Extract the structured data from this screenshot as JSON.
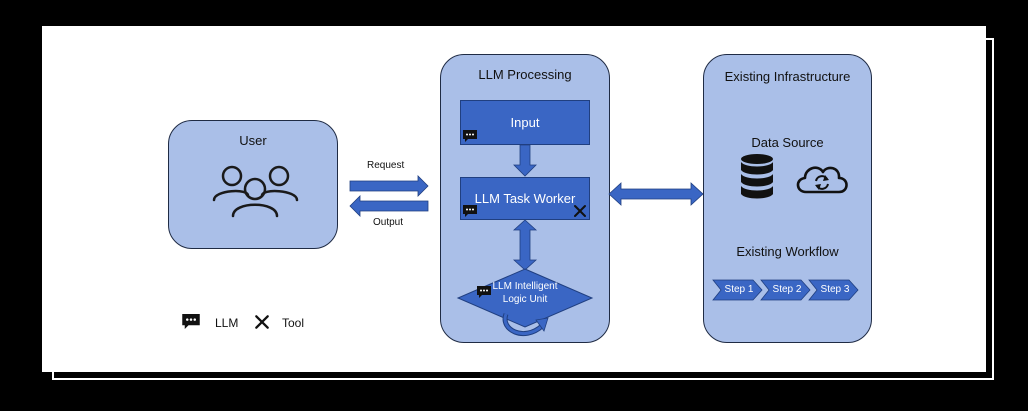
{
  "user": {
    "title": "User",
    "icon": "users-group-icon"
  },
  "connectors": {
    "request": "Request",
    "output": "Output"
  },
  "llm_processing": {
    "title": "LLM Processing",
    "input": "Input",
    "task_worker": "LLM Task Worker",
    "logic_unit_line1": "LLM Intelligent",
    "logic_unit_line2": "Logic Unit"
  },
  "infrastructure": {
    "title": "Existing Infrastructure",
    "data_source": "Data Source",
    "workflow": "Existing Workflow",
    "steps": [
      "Step 1",
      "Step 2",
      "Step 3"
    ]
  },
  "legend": {
    "llm": "LLM",
    "tool": "Tool"
  },
  "colors": {
    "panel": "#aabfe8",
    "box": "#3a66c4",
    "arrow": "#3a66c4"
  }
}
